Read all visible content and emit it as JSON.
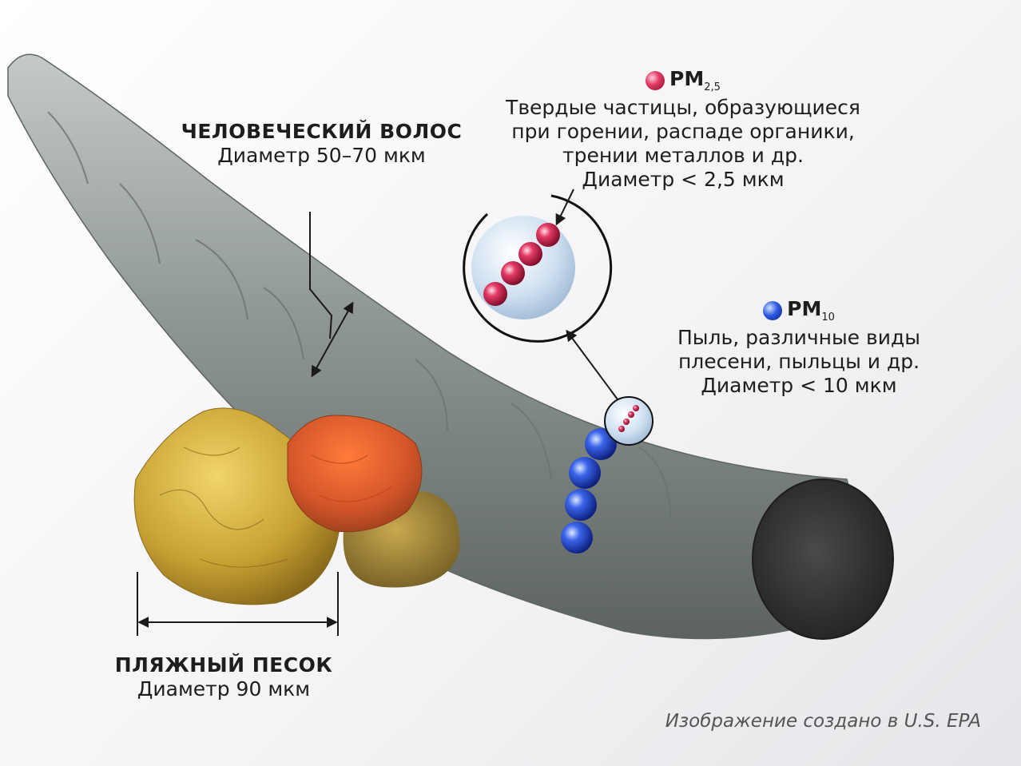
{
  "hair": {
    "title": "ЧЕЛОВЕЧЕСКИЙ ВОЛОС",
    "diameter": "Диаметр 50–70 мкм"
  },
  "sand": {
    "title": "ПЛЯЖНЫЙ ПЕСОК",
    "diameter": "Диаметр 90 мкм"
  },
  "pm25": {
    "name": "PM",
    "sub": "2,5",
    "line1": "Твердые частицы, образующиеся",
    "line2": "при горении, распаде органики,",
    "line3": "трении металлов и др.",
    "diameter": "Диаметр < 2,5 мкм",
    "color": "#d8264e"
  },
  "pm10": {
    "name": "PM",
    "sub": "10",
    "line1": "Пыль, различные виды",
    "line2": "плесени, пыльцы и др.",
    "diameter": "Диаметр < 10 мкм",
    "color": "#1f47d6"
  },
  "credit": "Изображение создано в U.S. EPA",
  "colors": {
    "hair": "#8e9693",
    "hair_dark": "#3b3b3a",
    "sand_yellow": "#d9b13b",
    "sand_orange": "#e0612a",
    "sand_tan": "#a78b3d"
  }
}
